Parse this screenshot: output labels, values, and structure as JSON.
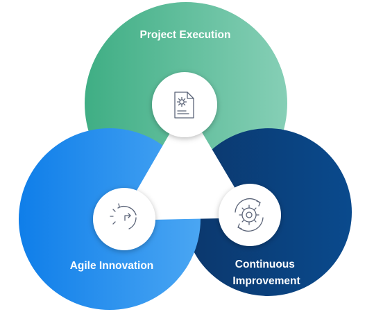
{
  "diagram": {
    "sections": [
      {
        "id": "project-execution",
        "label_lines": [
          "Project Execution"
        ],
        "icon": "document-gear-icon",
        "color_start": "#3fae84",
        "color_end": "#86cfb6"
      },
      {
        "id": "agile-innovation",
        "label_lines": [
          "Agile Innovation"
        ],
        "icon": "gauge-icon",
        "color_start": "#0f7ee9",
        "color_end": "#4aa6f3"
      },
      {
        "id": "continuous-improvement",
        "label_lines": [
          "Continuous",
          "Improvement"
        ],
        "icon": "gear-cycle-icon",
        "color_start": "#0b376c",
        "color_end": "#0a4a8d"
      }
    ],
    "colors": {
      "icon_stroke": "#5b6478",
      "badge_fill": "#ffffff",
      "center_fill": "#ffffff"
    }
  }
}
